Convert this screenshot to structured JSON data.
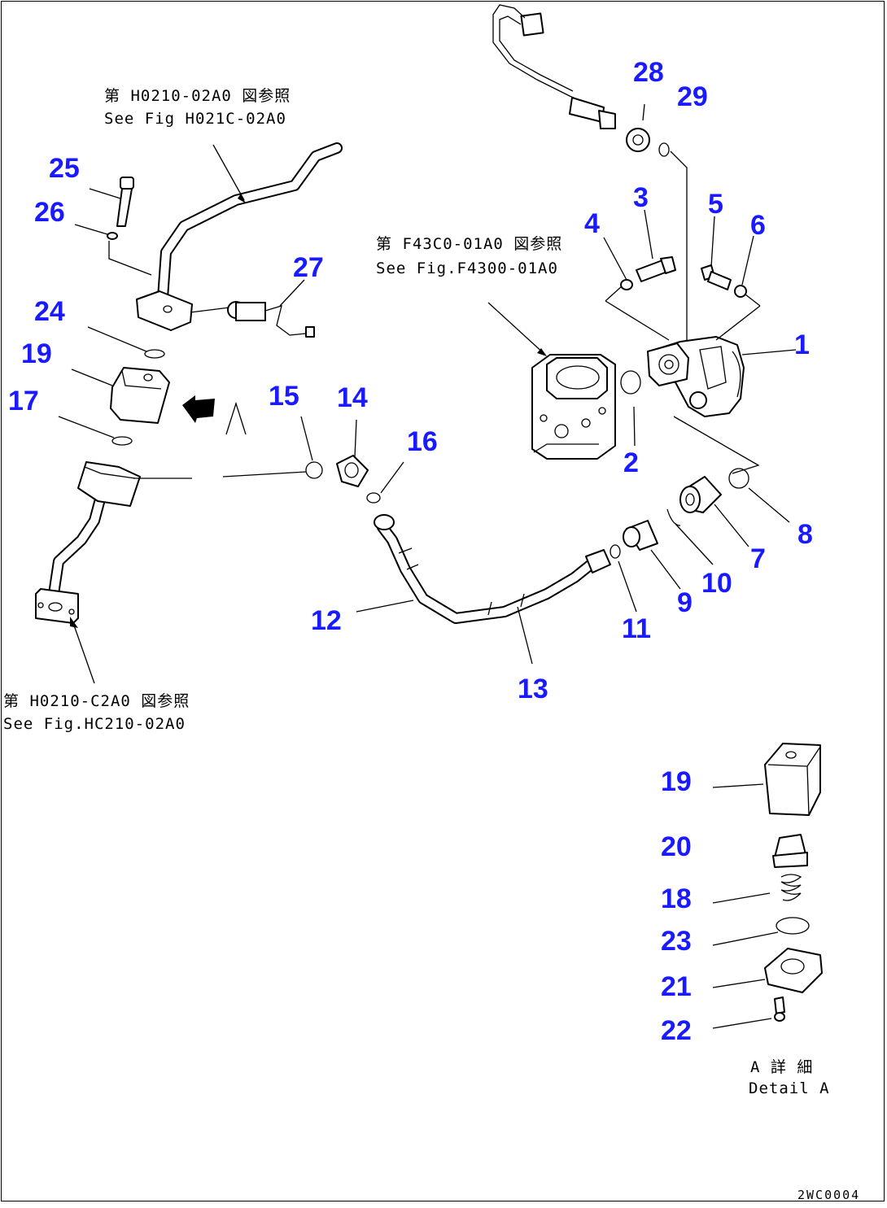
{
  "callouts": [
    {
      "id": "c1",
      "text": "1"
    },
    {
      "id": "c2",
      "text": "2"
    },
    {
      "id": "c3",
      "text": "3"
    },
    {
      "id": "c4",
      "text": "4"
    },
    {
      "id": "c5",
      "text": "5"
    },
    {
      "id": "c6",
      "text": "6"
    },
    {
      "id": "c7",
      "text": "7"
    },
    {
      "id": "c8",
      "text": "8"
    },
    {
      "id": "c9",
      "text": "9"
    },
    {
      "id": "c10",
      "text": "10"
    },
    {
      "id": "c11",
      "text": "11"
    },
    {
      "id": "c12",
      "text": "12"
    },
    {
      "id": "c13",
      "text": "13"
    },
    {
      "id": "c14",
      "text": "14"
    },
    {
      "id": "c15",
      "text": "15"
    },
    {
      "id": "c16",
      "text": "16"
    },
    {
      "id": "c17",
      "text": "17"
    },
    {
      "id": "c18",
      "text": "18"
    },
    {
      "id": "c19a",
      "text": "19"
    },
    {
      "id": "c19b",
      "text": "19"
    },
    {
      "id": "c20",
      "text": "20"
    },
    {
      "id": "c21",
      "text": "21"
    },
    {
      "id": "c22",
      "text": "22"
    },
    {
      "id": "c23",
      "text": "23"
    },
    {
      "id": "c24",
      "text": "24"
    },
    {
      "id": "c25",
      "text": "25"
    },
    {
      "id": "c26",
      "text": "26"
    },
    {
      "id": "c27",
      "text": "27"
    },
    {
      "id": "c28",
      "text": "28"
    },
    {
      "id": "c29",
      "text": "29"
    }
  ],
  "references": {
    "top_left_jp": "第 H0210-02A0 図参照",
    "top_left_en": "See Fig H021C-02A0",
    "center_jp": "第 F43C0-01A0 図参照",
    "center_en": "See Fig.F4300-01A0",
    "bottom_left_jp": "第 H0210-C2A0 図参照",
    "bottom_left_en": "See Fig.HC210-02A0"
  },
  "view_marker": "A",
  "detail": {
    "jp": "A 詳 細",
    "en": "Detail A"
  },
  "drawing_code": "2WC0004",
  "colors": {
    "callout": "#1a1aff",
    "line": "#000000",
    "background": "#ffffff"
  }
}
